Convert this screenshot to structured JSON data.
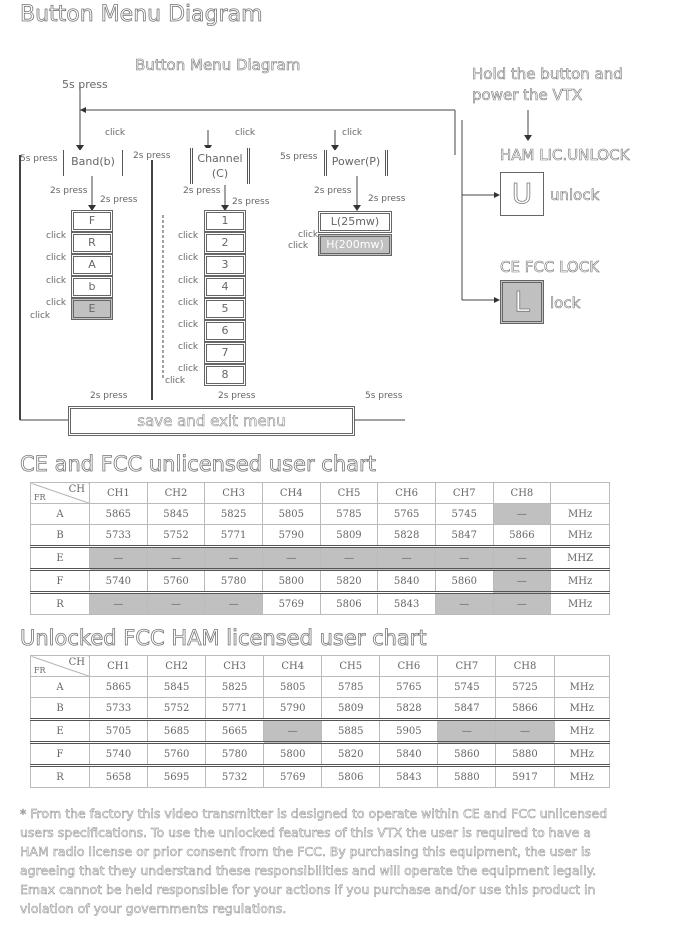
{
  "page_title": "Button Menu Diagram",
  "diagram": {
    "title": "Button Menu Diagram",
    "labels": {
      "press5s": "5s press",
      "press2s": "2s press",
      "click": "click"
    },
    "menus": [
      {
        "name": "Band(b)",
        "items": [
          "F",
          "R",
          "A",
          "b",
          "E"
        ],
        "highlighted": "E"
      },
      {
        "name": "Channel (C)",
        "items": [
          "1",
          "2",
          "3",
          "4",
          "5",
          "6",
          "7",
          "8"
        ],
        "highlighted": null
      },
      {
        "name": "Power(P)",
        "items": [
          "L(25mw)",
          "H(200mw)"
        ],
        "highlighted": "H(200mw)"
      }
    ],
    "save_exit": "save and exit menu",
    "lock_section": {
      "instruction": [
        "Hold the button and",
        "power the VTX"
      ],
      "unlock_title": "HAM LIC.UNLOCK",
      "unlock_glyph": "U",
      "unlock_label": "unlock",
      "lock_title": "CE FCC LOCK",
      "lock_glyph": "L",
      "lock_label": "lock"
    }
  },
  "tables": [
    {
      "title": "CE and FCC unlicensed user chart",
      "corner": {
        "top": "CH",
        "bottom": "FR"
      },
      "headers": [
        "CH1",
        "CH2",
        "CH3",
        "CH4",
        "CH5",
        "CH6",
        "CH7",
        "CH8",
        ""
      ],
      "rows": [
        {
          "band": "A",
          "values": [
            "5865",
            "5845",
            "5825",
            "5805",
            "5785",
            "5765",
            "5745",
            "—"
          ],
          "unit": "MHz"
        },
        {
          "band": "B",
          "values": [
            "5733",
            "5752",
            "5771",
            "5790",
            "5809",
            "5828",
            "5847",
            "5866"
          ],
          "unit": "MHz"
        },
        {
          "band": "E",
          "values": [
            "—",
            "—",
            "—",
            "—",
            "—",
            "—",
            "—",
            "—"
          ],
          "unit": "MHZ"
        },
        {
          "band": "F",
          "values": [
            "5740",
            "5760",
            "5780",
            "5800",
            "5820",
            "5840",
            "5860",
            "—"
          ],
          "unit": "MHz"
        },
        {
          "band": "R",
          "values": [
            "—",
            "—",
            "—",
            "5769",
            "5806",
            "5843",
            "—",
            "—"
          ],
          "unit": "MHz"
        }
      ]
    },
    {
      "title": "Unlocked FCC HAM licensed user chart",
      "corner": {
        "top": "CH",
        "bottom": "FR"
      },
      "headers": [
        "CH1",
        "CH2",
        "CH3",
        "CH4",
        "CH5",
        "CH6",
        "CH7",
        "CH8",
        ""
      ],
      "rows": [
        {
          "band": "A",
          "values": [
            "5865",
            "5845",
            "5825",
            "5805",
            "5785",
            "5765",
            "5745",
            "5725"
          ],
          "unit": "MHz"
        },
        {
          "band": "B",
          "values": [
            "5733",
            "5752",
            "5771",
            "5790",
            "5809",
            "5828",
            "5847",
            "5866"
          ],
          "unit": "MHz"
        },
        {
          "band": "E",
          "values": [
            "5705",
            "5685",
            "5665",
            "—",
            "5885",
            "5905",
            "—",
            "—"
          ],
          "unit": "MHz"
        },
        {
          "band": "F",
          "values": [
            "5740",
            "5760",
            "5780",
            "5800",
            "5820",
            "5840",
            "5860",
            "5880"
          ],
          "unit": "MHz"
        },
        {
          "band": "R",
          "values": [
            "5658",
            "5695",
            "5732",
            "5769",
            "5806",
            "5843",
            "5880",
            "5917"
          ],
          "unit": "MHz"
        }
      ]
    }
  ],
  "footnote": "* From the factory this video transmitter is designed to operate within CE and FCC unlicensed users specifications. To use the unlocked features of this VTX the user is required to have a HAM radio license or prior consent from the FCC. By purchasing this equipment, the user is agreeing that they understand these responsibilities and will operate the equipment legally. Emax cannot be held responsible for your actions if you purchase and/or use this product in violation of your governments regulations."
}
